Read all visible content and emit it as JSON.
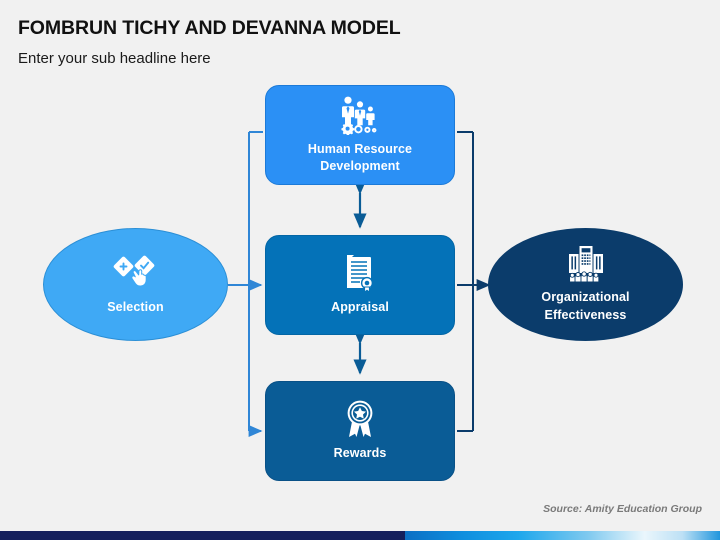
{
  "header": {
    "title": "FOMBRUN TICHY AND DEVANNA MODEL",
    "subtitle": "Enter your sub headline here"
  },
  "diagram": {
    "type": "process-cycle",
    "nodes": [
      {
        "id": "selection",
        "label": "Selection",
        "shape": "ellipse",
        "icon": "hand-select-cards-icon",
        "color": "#3fa9f5"
      },
      {
        "id": "human-resource-development",
        "label": "Human Resource\nDevelopment",
        "label_line1": "Human Resource",
        "label_line2": "Development",
        "shape": "rounded-rect",
        "icon": "people-gears-icon",
        "color": "#2b90f5"
      },
      {
        "id": "appraisal",
        "label": "Appraisal",
        "shape": "rounded-rect",
        "icon": "certificate-document-icon",
        "color": "#0472b8"
      },
      {
        "id": "rewards",
        "label": "Rewards",
        "shape": "rounded-rect",
        "icon": "award-ribbon-icon",
        "color": "#0a5c96"
      },
      {
        "id": "organizational-effectiveness",
        "label": "Organizational\nEffectiveness",
        "label_line1": "Organizational",
        "label_line2": "Effectiveness",
        "shape": "ellipse",
        "icon": "office-building-people-icon",
        "color": "#0b3c6b"
      }
    ],
    "connectors": [
      {
        "from": "selection",
        "to": "human-resource-development",
        "arrow": "single"
      },
      {
        "from": "selection",
        "to": "appraisal",
        "arrow": "single"
      },
      {
        "from": "selection",
        "to": "rewards",
        "arrow": "single"
      },
      {
        "from": "human-resource-development",
        "to": "appraisal",
        "arrow": "double"
      },
      {
        "from": "appraisal",
        "to": "rewards",
        "arrow": "double"
      },
      {
        "from": "human-resource-development",
        "to": "organizational-effectiveness",
        "arrow": "single"
      },
      {
        "from": "appraisal",
        "to": "organizational-effectiveness",
        "arrow": "single"
      },
      {
        "from": "rewards",
        "to": "organizational-effectiveness",
        "arrow": "single"
      }
    ]
  },
  "footer": {
    "source": "Source: Amity Education Group"
  },
  "colors": {
    "background": "#f1f1f1",
    "title": "#111111",
    "light_blue": "#3fa9f5",
    "bright_blue": "#2b90f5",
    "mid_blue": "#0472b8",
    "deep_blue": "#0a5c96",
    "navy": "#0b3c6b",
    "bar_navy": "#141f5c",
    "source_gray": "#7a7a7a"
  }
}
